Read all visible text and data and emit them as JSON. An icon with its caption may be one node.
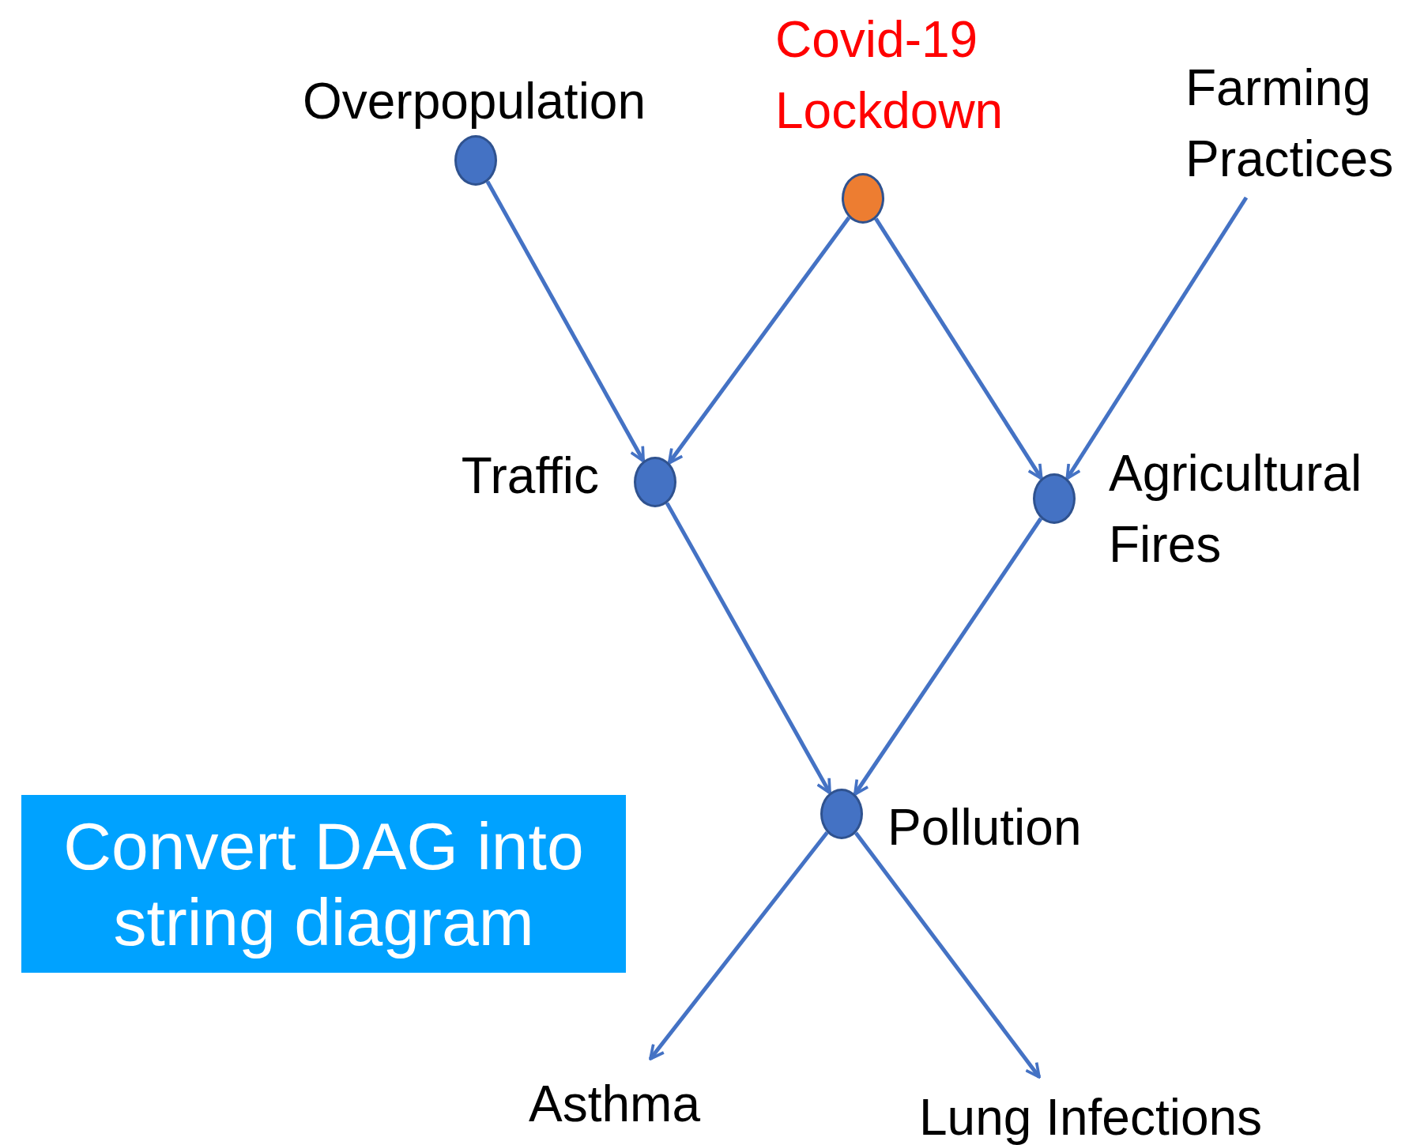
{
  "diagram": {
    "nodes": [
      {
        "text": [],
        "shape": "circle",
        "beside": [
          "Overpopulation"
        ]
      },
      {
        "text": [],
        "shape": "circle",
        "beside": [
          "Covid-19 Lockdown"
        ]
      },
      {
        "text": [
          "Farming Practices"
        ]
      },
      {
        "text": [],
        "shape": "circle",
        "beside": [
          "Traffic"
        ]
      },
      {
        "text": [],
        "shape": "circle",
        "beside": [
          "Agricultural Fires"
        ]
      },
      {
        "text": [],
        "shape": "circle",
        "beside": [
          "Pollution"
        ]
      },
      {
        "text": [
          "Convert DAG into string diagram"
        ]
      },
      {
        "text": [
          "Asthma"
        ]
      },
      {
        "text": [
          "Lung Infections"
        ]
      }
    ],
    "edges": [
      {
        "from": 0,
        "to": 3,
        "arrow": "to"
      },
      {
        "from": 1,
        "to": 3,
        "arrow": "to"
      },
      {
        "from": 1,
        "to": 4,
        "arrow": "to"
      },
      {
        "from": 2,
        "to": 4,
        "arrow": "to"
      },
      {
        "from": 3,
        "to": 5,
        "arrow": "to"
      },
      {
        "from": 4,
        "to": 5,
        "arrow": "to"
      },
      {
        "from": 5,
        "to": 7,
        "arrow": "to"
      },
      {
        "from": 5,
        "to": 8,
        "arrow": "to"
      }
    ]
  }
}
